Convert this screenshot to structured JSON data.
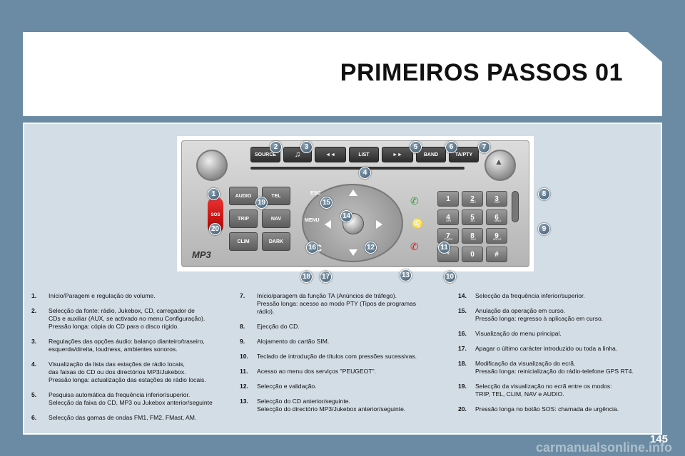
{
  "title": "PRIMEIROS PASSOS 01",
  "page_number": "145",
  "watermark": "carmanualsonline.info",
  "radio": {
    "top_buttons": [
      "SOURCE",
      "♫",
      "◄◄",
      "LIST",
      "►►",
      "BAND",
      "TA/PTY"
    ],
    "left_buttons": [
      "AUDIO",
      "TEL",
      "TRIP",
      "NAV",
      "CLIM",
      "DARK"
    ],
    "sos": "SOS",
    "esc": "ESC",
    "menu": "MENU",
    "c_key": "C",
    "mp3_logo": "MP3",
    "keypad": [
      {
        "d": "1",
        "l": ""
      },
      {
        "d": "2",
        "l": "ABC"
      },
      {
        "d": "3",
        "l": "DEF"
      },
      {
        "d": "4",
        "l": "GHI"
      },
      {
        "d": "5",
        "l": "JKL"
      },
      {
        "d": "6",
        "l": "MNO"
      },
      {
        "d": "7",
        "l": "PQRS"
      },
      {
        "d": "8",
        "l": "TUV"
      },
      {
        "d": "9",
        "l": "WXYZ"
      },
      {
        "d": "*",
        "l": ""
      },
      {
        "d": "0",
        "l": ""
      },
      {
        "d": "#",
        "l": ""
      }
    ]
  },
  "callouts": [
    "1",
    "2",
    "3",
    "4",
    "5",
    "6",
    "7",
    "8",
    "9",
    "10",
    "11",
    "12",
    "13",
    "14",
    "15",
    "16",
    "17",
    "18",
    "19",
    "20"
  ],
  "items_col1": [
    {
      "n": "1.",
      "t": "Início/Paragem e regulação do volume."
    },
    {
      "n": "2.",
      "t": "Selecção da fonte: rádio, Jukebox, CD, carregador de\nCDs e auxiliar (AUX, se activado no menu Configuração).\nPressão longa: cópia do CD para o disco rígido."
    },
    {
      "n": "3.",
      "t": "Regulações das opções áudio: balanço dianteiro/traseiro,\nesquerda/direita, loudness, ambientes sonoros."
    },
    {
      "n": "4.",
      "t": "Visualização da lista das estações de rádio locais,\ndas faixas do CD ou dos directórios MP3/Jukebox.\nPressão longa: actualização das estações de rádio locais."
    },
    {
      "n": "5.",
      "t": "Pesquisa automática da frequência inferior/superior.\nSelecção da faixa do CD, MP3 ou Jukebox anterior/seguinte"
    },
    {
      "n": "6.",
      "t": "Selecção das gamas de ondas FM1, FM2, FMast, AM."
    }
  ],
  "items_col2": [
    {
      "n": "7.",
      "t": "Início/paragem da função TA (Anúncios de tráfego).\nPressão longa: acesso ao modo PTY (Tipos de programas\nrádio)."
    },
    {
      "n": "8.",
      "t": "Ejecção do CD."
    },
    {
      "n": "9.",
      "t": "Alojamento do cartão SIM."
    },
    {
      "n": "10.",
      "t": "Teclado de introdução de títulos com pressões sucessivas."
    },
    {
      "n": "11.",
      "t": "Acesso ao menu dos serviços \"PEUGEOT\"."
    },
    {
      "n": "12.",
      "t": "Selecção e validação."
    },
    {
      "n": "13.",
      "t": "Selecção do CD anterior/seguinte.\nSelecção do directório MP3/Jukebox anterior/seguinte."
    }
  ],
  "items_col3": [
    {
      "n": "14.",
      "t": "Selecção da frequência inferior/superior."
    },
    {
      "n": "15.",
      "t": "Anulação da operação em curso.\nPressão longa: regresso à aplicação em curso."
    },
    {
      "n": "16.",
      "t": "Visualização do menu principal."
    },
    {
      "n": "17.",
      "t": "Apagar o último carácter introduzido ou toda a linha."
    },
    {
      "n": "18.",
      "t": "Modificação da visualização do ecrã.\nPressão longa: reinicialização do rádio-telefone GPS RT4."
    },
    {
      "n": "19.",
      "t": "Selecção da visualização no ecrã entre os modos:\nTRIP, TEL, CLIM, NAV e AUDIO."
    },
    {
      "n": "20.",
      "t": "Pressão longa no botão SOS: chamada de urgência."
    }
  ]
}
